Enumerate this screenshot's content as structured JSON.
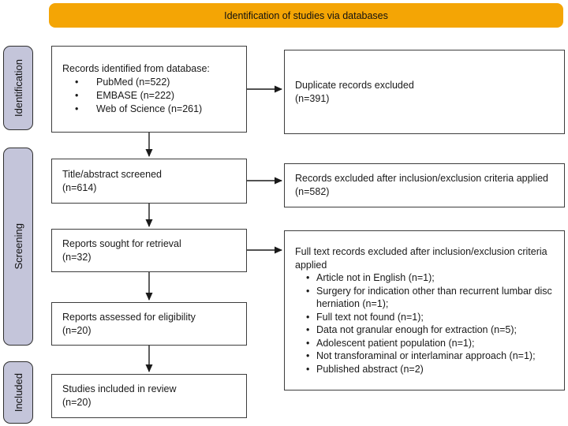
{
  "banner": {
    "label": "Identification of studies via databases"
  },
  "colors": {
    "banner_bg": "#F4A505",
    "side_label_bg": "#C4C5DA",
    "box_border": "#3d3d3d",
    "arrow": "#1a1a1a"
  },
  "side_labels": [
    {
      "label": "Identification"
    },
    {
      "label": "Screening"
    },
    {
      "label": "Included"
    }
  ],
  "left_boxes": [
    {
      "title": "Records identified from database:",
      "bullets": [
        "PubMed (n=522)",
        "EMBASE (n=222)",
        "Web of Science (n=261)"
      ]
    },
    {
      "label": "Title/abstract screened",
      "count": "(n=614)"
    },
    {
      "label": "Reports sought for retrieval",
      "count": "(n=32)"
    },
    {
      "label": "Reports assessed for eligibility",
      "count": "(n=20)"
    },
    {
      "label": "Studies included in review",
      "count": "(n=20)"
    }
  ],
  "right_boxes": [
    {
      "label": "Duplicate records excluded",
      "count": "(n=391)"
    },
    {
      "text": "Records excluded after inclusion/exclusion criteria applied (n=582)"
    },
    {
      "title": "Full text records excluded after inclusion/exclusion criteria applied",
      "bullets": [
        "Article not in English (n=1);",
        "Surgery for indication other than recurrent lumbar disc herniation (n=1);",
        "Full text not found (n=1);",
        "Data not granular enough for extraction (n=5);",
        "Adolescent patient population (n=1);",
        "Not transforaminal or interlaminar approach (n=1);",
        "Published abstract (n=2)"
      ]
    }
  ]
}
